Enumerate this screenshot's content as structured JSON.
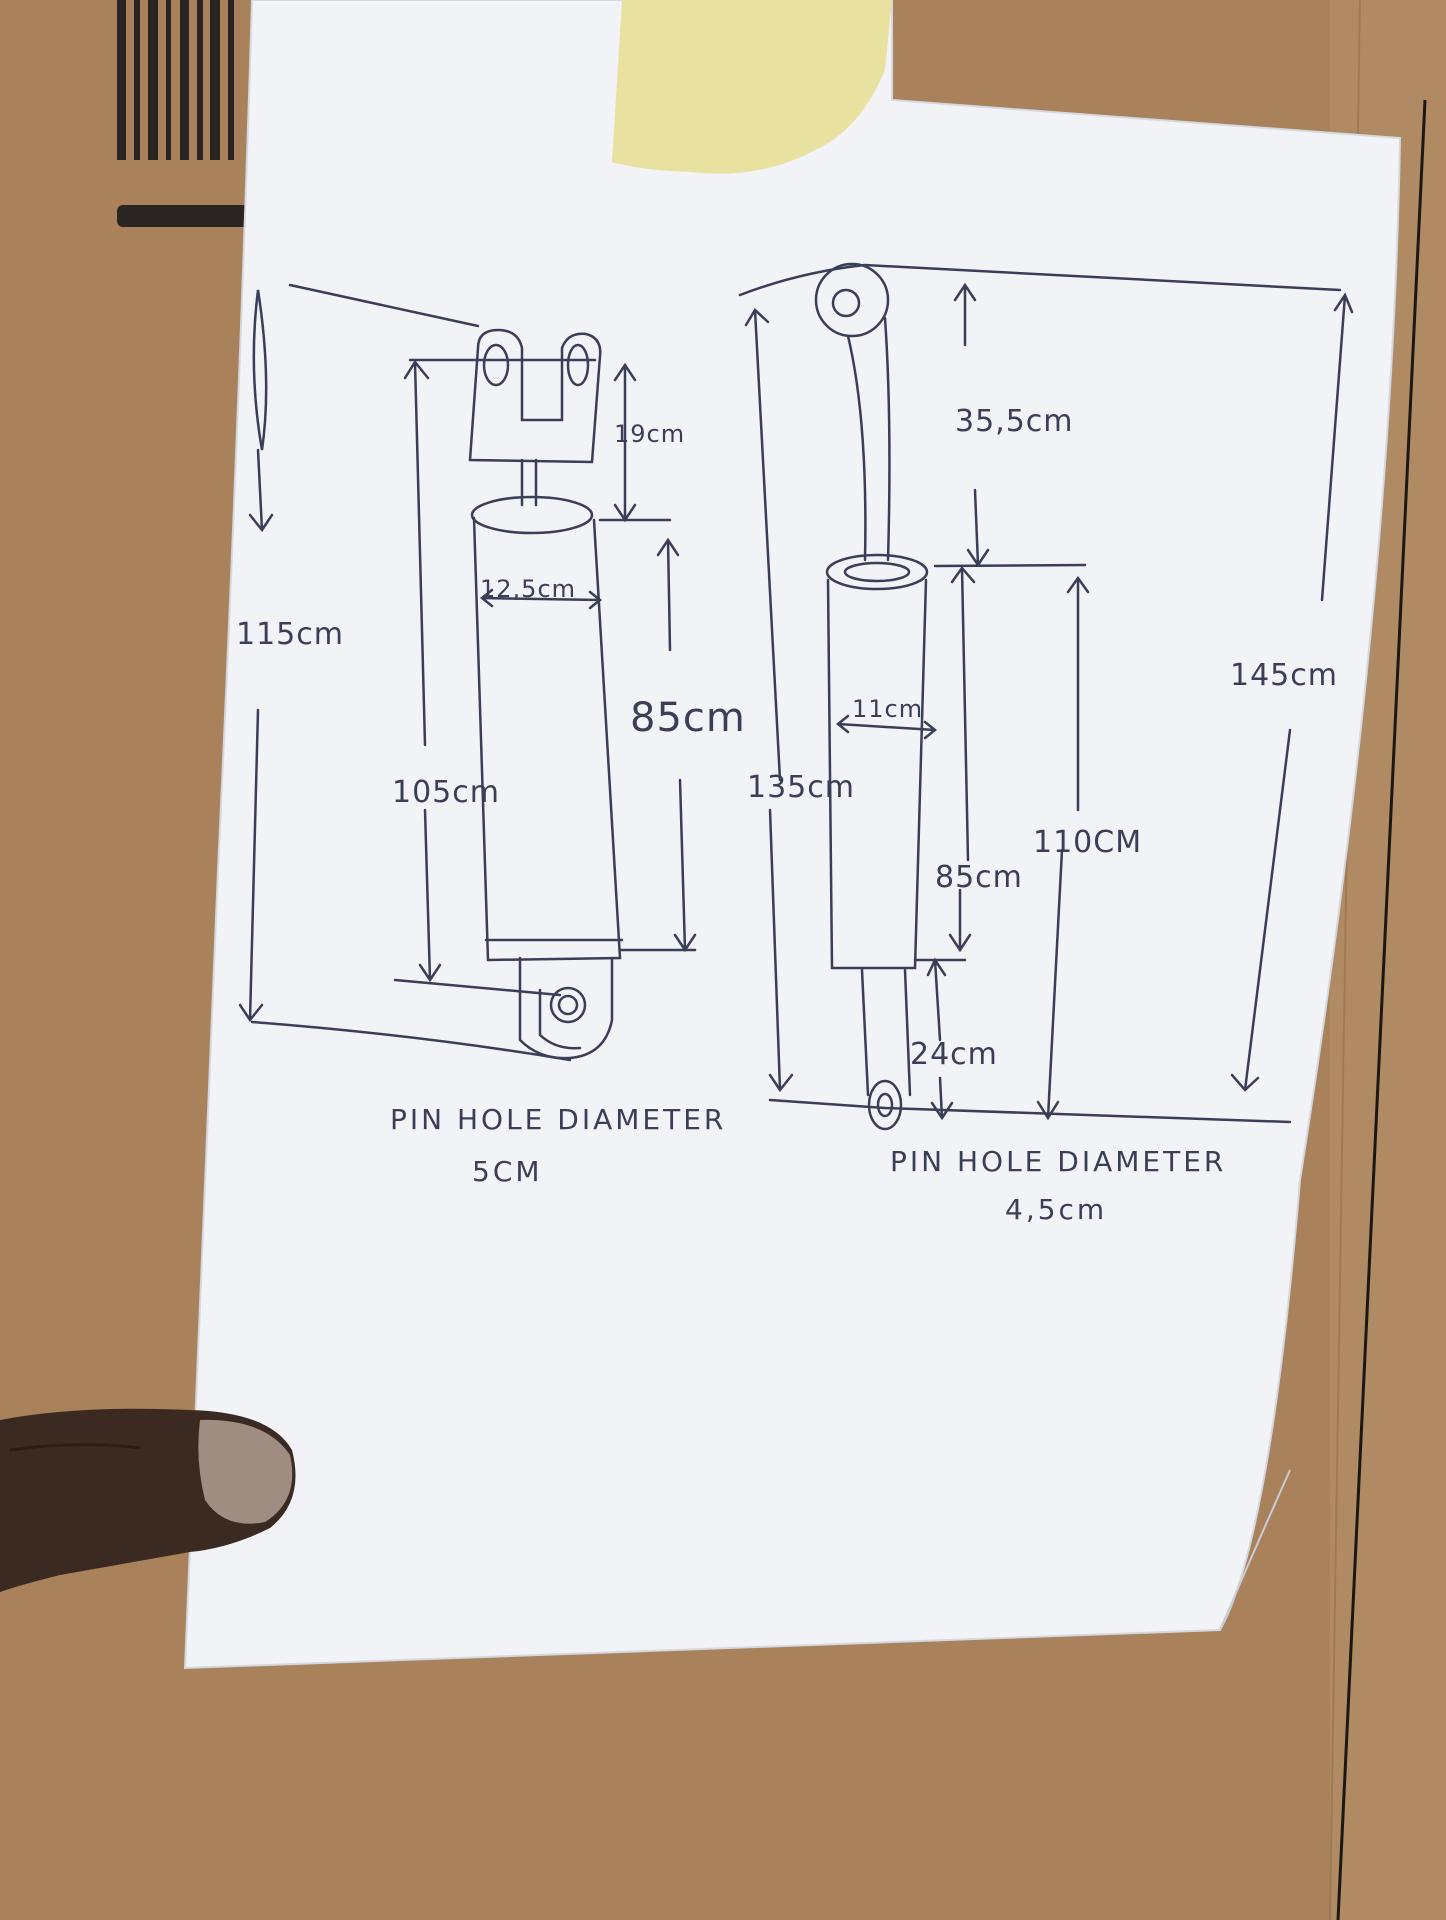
{
  "colors": {
    "cardboard": "#a9825c",
    "paper": "#f1f3f7",
    "ink": "#3a3f57",
    "tape": "#e8df9a",
    "skin": "#3b2a22"
  },
  "left_drawing": {
    "overall_length": "115cm",
    "clevis_height": "19cm",
    "pin_to_pin": "105cm",
    "bore": "12,5cm",
    "barrel_length": "85cm",
    "pin_hole_label": "PIN HOLE DIAMETER",
    "pin_hole_value": "5CM"
  },
  "right_drawing": {
    "rod_length": "35,5cm",
    "pin_to_pin": "135cm",
    "bore": "11cm",
    "barrel_length": "85cm",
    "total_length": "110CM",
    "rod_end": "24cm",
    "overall_length": "145cm",
    "pin_hole_label": "PIN HOLE DIAMETER",
    "pin_hole_value": "4,5cm"
  },
  "background_icons": [
    "barcode-icon",
    "masking-tape-icon",
    "thumb-icon"
  ]
}
